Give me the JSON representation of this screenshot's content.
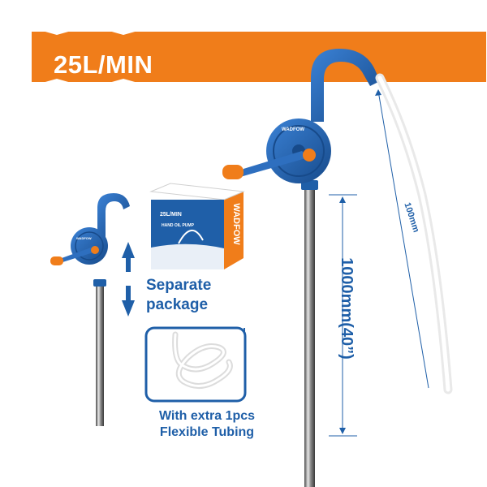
{
  "banner": {
    "text": "25L/MIN",
    "color": "#f07d1a"
  },
  "product_box": {
    "brand": "WADFOW",
    "rate": "25L/MIN",
    "name": "HAND OIL PUMP",
    "colors": {
      "blue": "#1f5fa8",
      "orange": "#f07d1a"
    }
  },
  "pump": {
    "brand": "WADFOW",
    "body_color": "#1f5fa8",
    "handle_color": "#f07d1a"
  },
  "separate_caption": "Separate\npackage",
  "tubing_caption": "With extra 1pcs\nFlexible Tubing",
  "dimensions": {
    "tube_length": "1000mm(40”)",
    "hose_length": "100mm"
  },
  "icons": [
    "arrow-up-icon",
    "arrow-down-icon",
    "dimension-arrow-icon"
  ]
}
